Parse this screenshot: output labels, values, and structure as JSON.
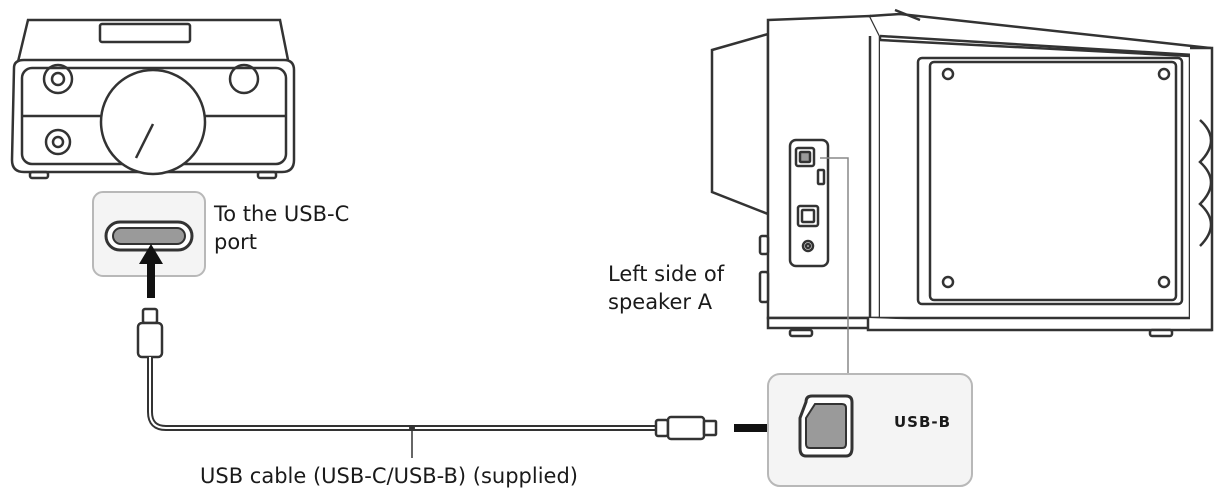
{
  "labels": {
    "usbc_port": "To the USB-C\nport",
    "speaker_side": "Left side of\nspeaker A",
    "cable": "USB cable (USB-C/USB-B) (supplied)",
    "usbb_port": "USB-B"
  },
  "icons": [
    "amplifier-device-icon",
    "usbc-port-icon",
    "usbc-plug-icon",
    "usbb-plug-icon",
    "usbb-port-icon",
    "speaker-icon"
  ],
  "colors": {
    "line": "#333333",
    "port_fill": "#9a9a9a",
    "callout_border": "#b8b8b8",
    "callout_fill": "#f4f4f4"
  }
}
